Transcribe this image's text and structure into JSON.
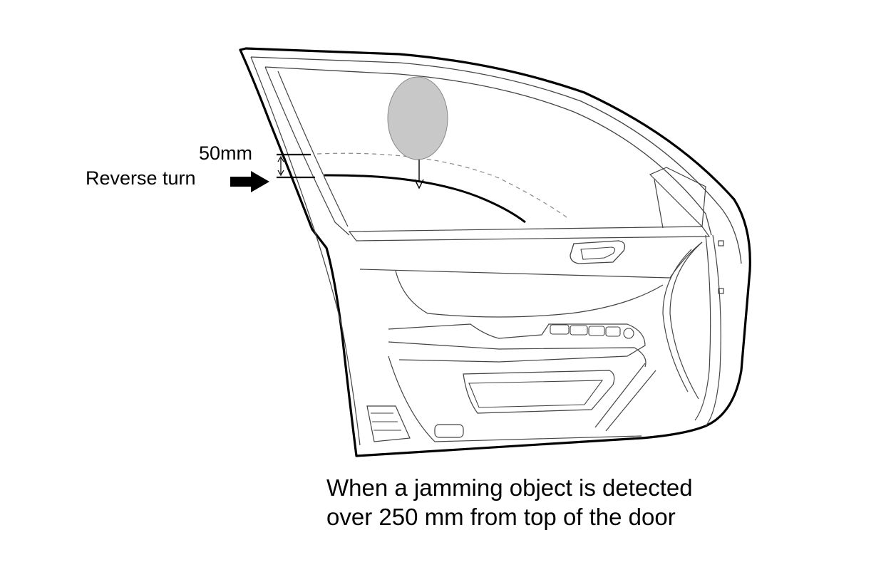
{
  "labels": {
    "gap": "50mm",
    "reverse": "Reverse turn"
  },
  "caption": {
    "line1": "When a jamming object is detected",
    "line2": "over 250 mm from top of the door"
  },
  "colors": {
    "line": "#000000",
    "thin_line": "#333333",
    "object_fill": "#c8c8c8",
    "dashed_line": "#888888"
  }
}
